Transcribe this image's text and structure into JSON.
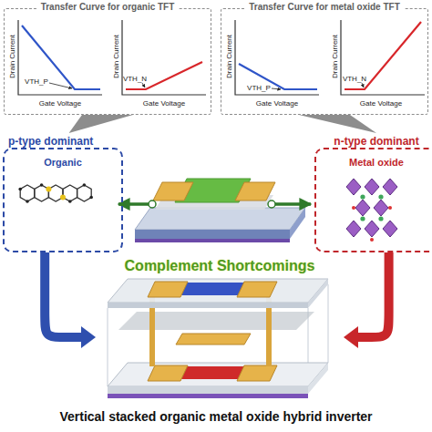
{
  "diagram": {
    "caption": "Vertical stacked organic metal oxide hybrid inverter",
    "nodes": [
      {
        "text": [
          "Transfer Curve for organic TFT"
        ]
      },
      {
        "text": [
          "Transfer Curve for metal oxide TFT"
        ]
      },
      {
        "text": [
          "p-type dominant",
          "Organic"
        ]
      },
      {
        "text": [
          "n-type dominant",
          "Metal oxide"
        ]
      },
      {
        "text": [
          "Complement Shortcomings"
        ]
      }
    ],
    "edges": [
      {
        "from": 0,
        "to": 2,
        "arrow": "to"
      },
      {
        "from": 1,
        "to": 3,
        "arrow": "to"
      },
      {
        "from": 2,
        "to": 4,
        "arrow": "to"
      },
      {
        "from": 3,
        "to": 4,
        "arrow": "to"
      }
    ],
    "labels": [
      "Drain Current",
      "Gate Voltage",
      "VTH_P",
      "Drain Current",
      "Gate Voltage",
      "VTH_N",
      "Drain Current",
      "Gate Voltage",
      "VTH_P",
      "Drain Current",
      "Gate Voltage",
      "VTH_N"
    ]
  }
}
